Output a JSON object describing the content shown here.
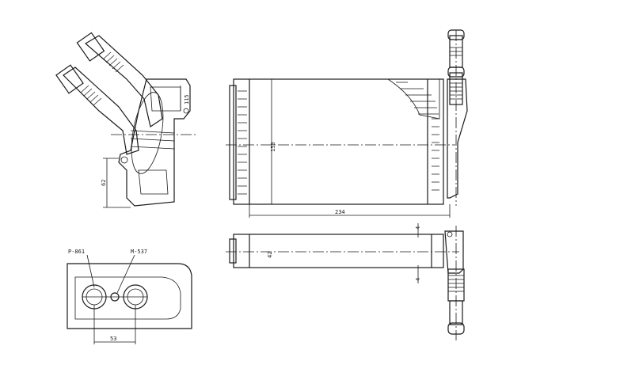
{
  "dimensions": {
    "core_width": "234",
    "core_height": "158",
    "core_depth": "42",
    "pipe_spacing": "53",
    "bracket_height": "62",
    "flange_depth": "115",
    "small_offset_top": "4",
    "small_offset_bottom": "4"
  },
  "fittings": {
    "left_port": "P-861",
    "right_port": "M-537"
  },
  "colors": {
    "line": "#1a1a1a",
    "background": "#ffffff"
  }
}
